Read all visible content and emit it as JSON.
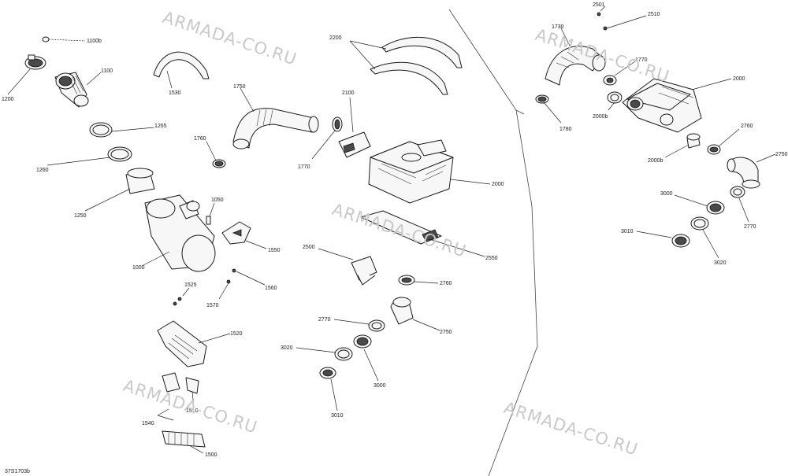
{
  "watermark": {
    "text": "ARMADA-CO.RU",
    "color": "#c9c9c9"
  },
  "drawing_code": "37S1703b",
  "callouts": {
    "c1100b": "1100b",
    "c1100": "1100",
    "c1200": "1200",
    "c1265": "1265",
    "c1260": "1260",
    "c1250": "1250",
    "c1530": "1530",
    "c1750": "1750",
    "c1760": "1760",
    "c1770a": "1770",
    "c1000": "1000",
    "c1050": "1050",
    "c1550": "1550",
    "c1525": "1525",
    "c1560": "1560",
    "c1570": "1570",
    "c1520": "1520",
    "c1510": "1510",
    "c1540": "1540",
    "c1500": "1500",
    "c2200": "2200",
    "c2100": "2100",
    "c2000a": "2000",
    "c2550": "2550",
    "c2500": "2500",
    "c2760a": "2760",
    "c2770a": "2770",
    "c2750a": "2750",
    "c3020a": "3020",
    "c3000a": "3000",
    "c3010a": "3010",
    "c2501": "2501",
    "c2510": "2510",
    "c1730": "1730",
    "c1770b": "1770",
    "c2000b": "2000",
    "c2000bb": "2000b",
    "c1780": "1780",
    "c2000bc": "2000b",
    "c2760b": "2760",
    "c2750b": "2750",
    "c3000b": "3000",
    "c2770b": "2770",
    "c3010b": "3010",
    "c3020b": "3020"
  }
}
